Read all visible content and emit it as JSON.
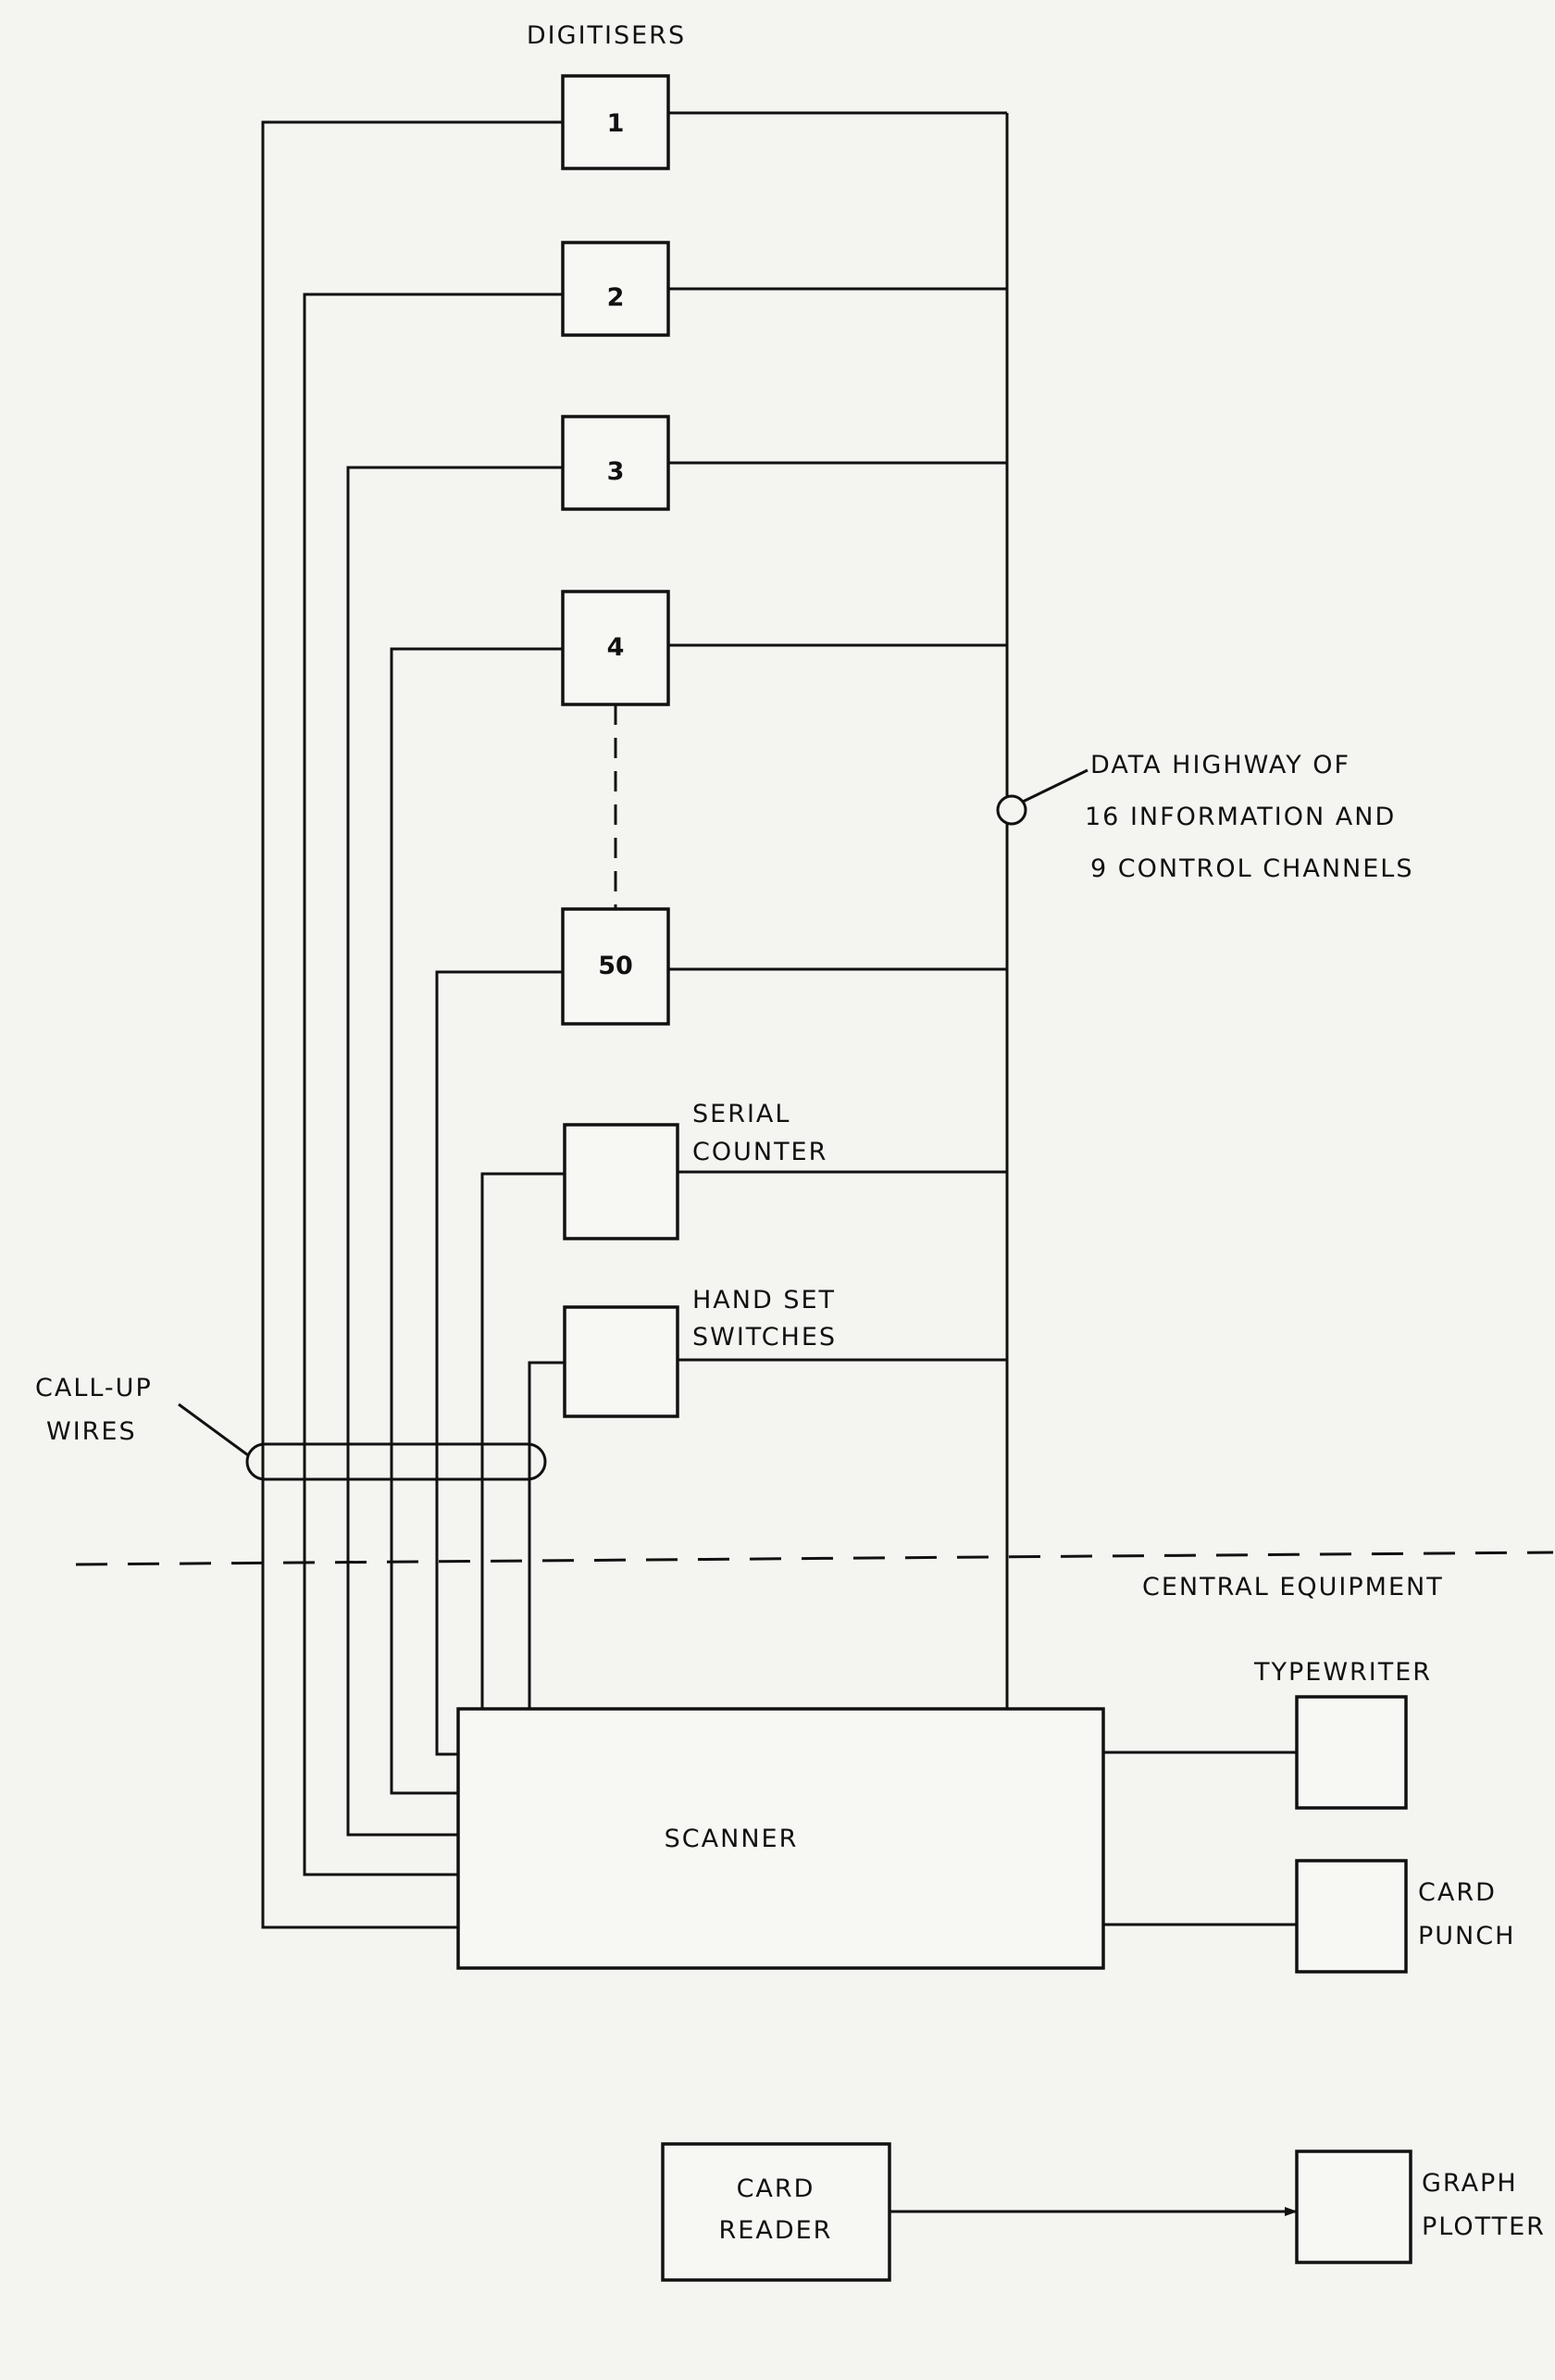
{
  "digitisers_heading": "DIGITISERS",
  "digitisers": [
    "1",
    "2",
    "3",
    "4",
    "50"
  ],
  "serial_counter": [
    "SERIAL",
    "COUNTER"
  ],
  "hand_set_switches": [
    "HAND SET",
    "SWITCHES"
  ],
  "call_up_wires": [
    "CALL-UP",
    "WIRES"
  ],
  "data_highway": [
    "DATA HIGHWAY OF",
    "16 INFORMATION AND",
    "9 CONTROL CHANNELS"
  ],
  "central_equipment": "CENTRAL EQUIPMENT",
  "scanner": "SCANNER",
  "typewriter": "TYPEWRITER",
  "card_punch": [
    "CARD",
    "PUNCH"
  ],
  "card_reader": [
    "CARD",
    "READER"
  ],
  "graph_plotter": [
    "GRAPH",
    "PLOTTER"
  ]
}
